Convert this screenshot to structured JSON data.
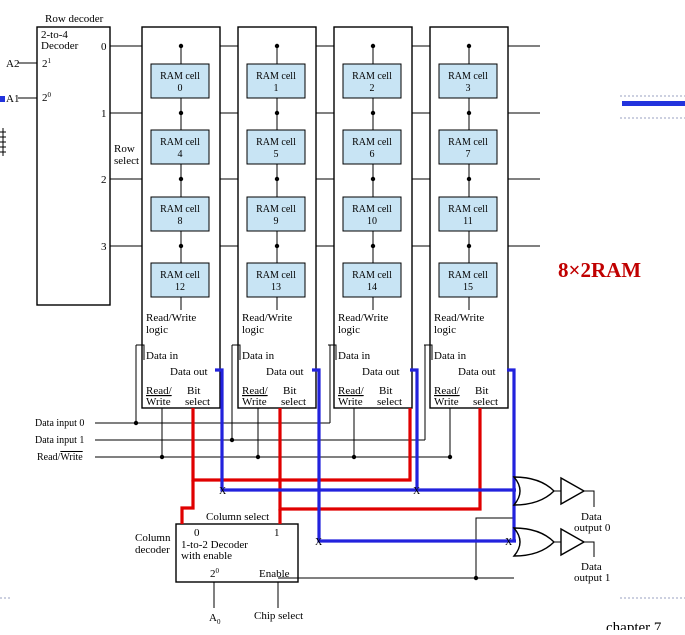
{
  "row_decoder": {
    "header": "Row decoder",
    "name_line1": "2-to-4",
    "name_line2": "Decoder",
    "input_a2": "A2",
    "input_a1": "A1",
    "weight_hi": "2",
    "weight_hi_exp": "1",
    "weight_lo": "2",
    "weight_lo_exp": "0",
    "outputs": [
      "0",
      "1",
      "2",
      "3"
    ]
  },
  "row_select": {
    "line1": "Row",
    "line2": "select"
  },
  "cells": {
    "label": "RAM cell",
    "numbers": [
      "0",
      "1",
      "2",
      "3",
      "4",
      "5",
      "6",
      "7",
      "8",
      "9",
      "10",
      "11",
      "12",
      "13",
      "14",
      "15"
    ]
  },
  "column_labels": {
    "rw_logic_line1": "Read/Write",
    "rw_logic_line2": "logic",
    "data_in": "Data in",
    "data_out": "Data out",
    "read": "Read/",
    "write": "Write",
    "bit": "Bit",
    "select": "select"
  },
  "inputs": {
    "data_input_0": "Data input 0",
    "data_input_1": "Data input 1",
    "read_write_prefix": "Read/",
    "read_write_bar": "Write"
  },
  "column_decoder": {
    "label_line1": "Column",
    "label_line2": "decoder",
    "column_select": "Column select",
    "out0": "0",
    "out1": "1",
    "name_line1": "1-to-2 Decoder",
    "name_line2": "with enable",
    "weight": "2",
    "weight_exp": "0",
    "enable": "Enable",
    "input_a0": "A0",
    "chip_select": "Chip select"
  },
  "outputs": {
    "out0_line1": "Data",
    "out0_line2": "output 0",
    "out1_line1": "Data",
    "out1_line2": "output 1",
    "x_mark": "X"
  },
  "title": "8×2RAM",
  "footer": "chapter 7",
  "colors": {
    "cell_fill": "#c8e4f4",
    "bit_select_wire": "#e00000",
    "data_out_wire": "#2222dd",
    "title": "#c00000"
  }
}
